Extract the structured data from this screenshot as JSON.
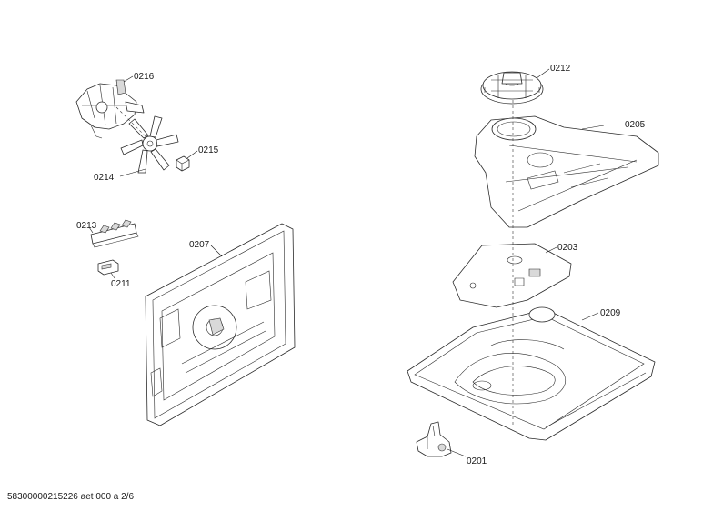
{
  "parts": [
    {
      "id": "p0216",
      "label": "0216",
      "name": "fan-motor"
    },
    {
      "id": "p0214",
      "label": "0214",
      "name": "fan-impeller"
    },
    {
      "id": "p0215",
      "label": "0215",
      "name": "nut"
    },
    {
      "id": "p0213",
      "label": "0213",
      "name": "terminal-block"
    },
    {
      "id": "p0211",
      "label": "0211",
      "name": "clip"
    },
    {
      "id": "p0207",
      "label": "0207",
      "name": "rear-panel"
    },
    {
      "id": "p0212",
      "label": "0212",
      "name": "cooling-fan"
    },
    {
      "id": "p0205",
      "label": "0205",
      "name": "fan-housing"
    },
    {
      "id": "p0203",
      "label": "0203",
      "name": "cover-plate"
    },
    {
      "id": "p0209",
      "label": "0209",
      "name": "base-plate"
    },
    {
      "id": "p0201",
      "label": "0201",
      "name": "bracket"
    }
  ],
  "footer": {
    "doc_id": "58300000215226 aet 000 a 2/6"
  }
}
